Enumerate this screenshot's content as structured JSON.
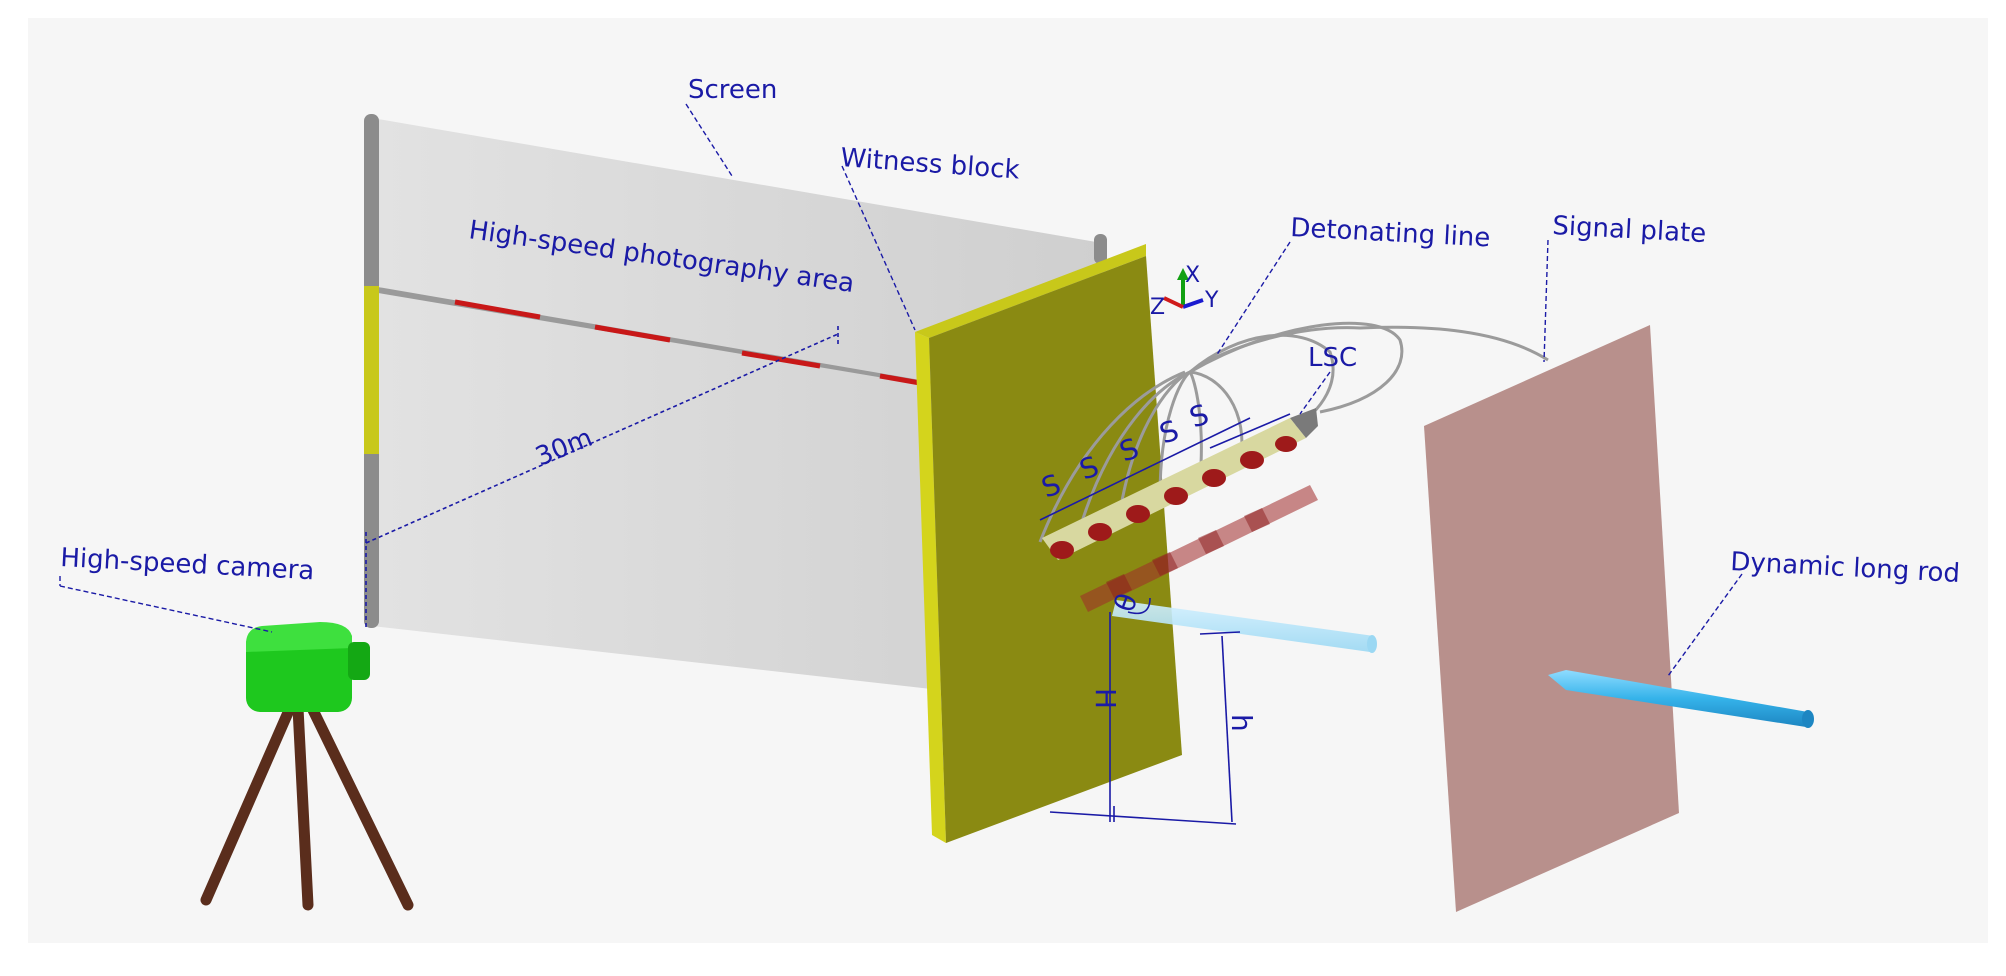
{
  "labels": {
    "screen": "Screen",
    "witness_block": "Witness block",
    "photo_area": "High-speed photography area",
    "detonating_line": "Detonating line",
    "signal_plate": "Signal plate",
    "lsc": "LSC",
    "distance": "30m",
    "camera": "High-speed camera",
    "rod": "Dynamic long rod"
  },
  "symbols": {
    "spacing": "S",
    "height_H": "H",
    "height_h": "h",
    "angle": "θ"
  },
  "axes": {
    "x": "X",
    "y": "Y",
    "z": "Z"
  },
  "colors": {
    "annotation": "#1a1aa6",
    "screen": "#d7d7d7",
    "witness_block": "#8a8a12",
    "signal_plate": "#b8908c",
    "camera": "#1ec81e",
    "rod": "#4ab8e8",
    "marker": "#c81818"
  }
}
